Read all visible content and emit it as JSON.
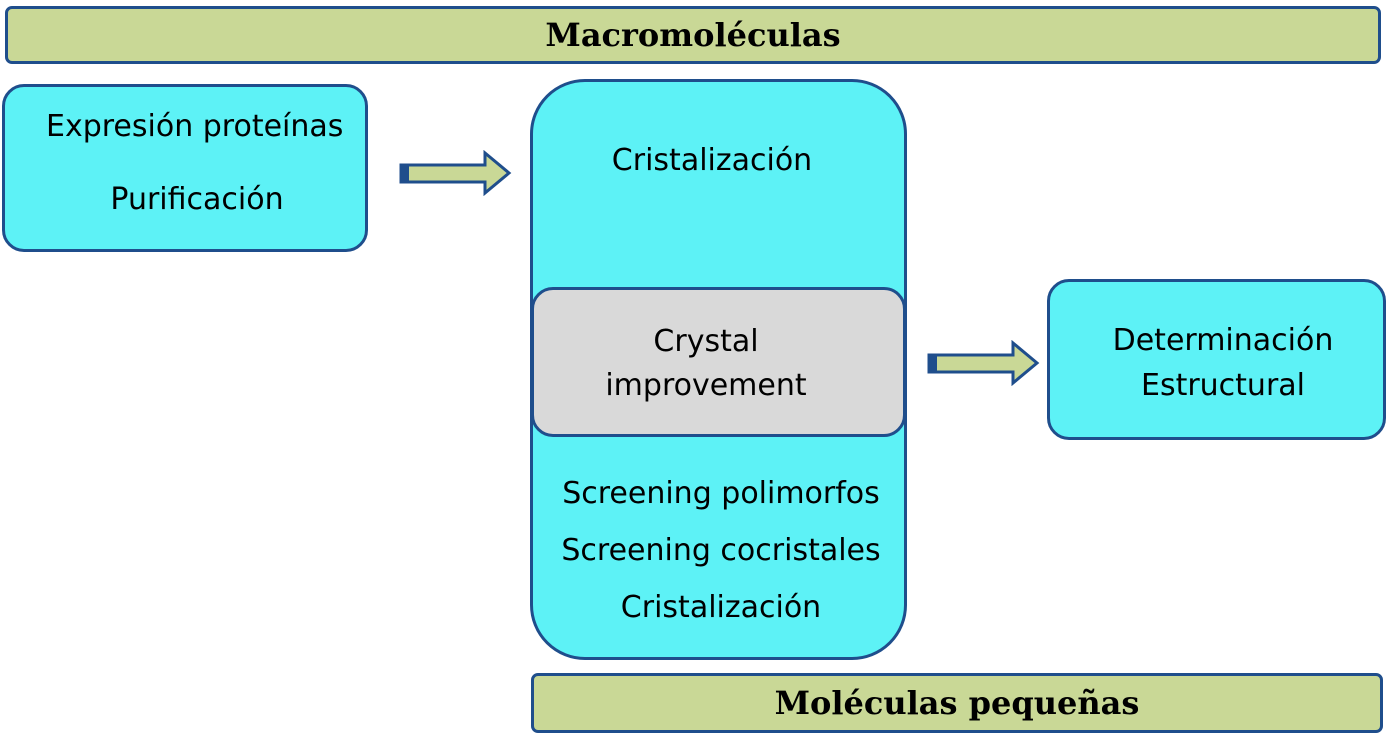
{
  "banners": {
    "top": "Macromoléculas",
    "bottom": "Moléculas pequeñas"
  },
  "prep_box": {
    "line1": "Expresión proteínas",
    "line2": "Purificación"
  },
  "cryst_box": {
    "top_label": "Cristalización",
    "improvement": {
      "line1": "Crystal",
      "line2": "improvement"
    },
    "bottom_lines": [
      "Screening polimorfos",
      "Screening cocristales",
      "Cristalización"
    ]
  },
  "structure_box": {
    "line1": "Determinación",
    "line2": "Estructural"
  },
  "colors": {
    "banner_fill": "#c9d896",
    "box_fill": "#5df2f6",
    "improvement_fill": "#d9d9d9",
    "border": "#1f4e8c",
    "arrow_fill": "#c9d896"
  },
  "icons": [
    "arrow-right-icon"
  ]
}
